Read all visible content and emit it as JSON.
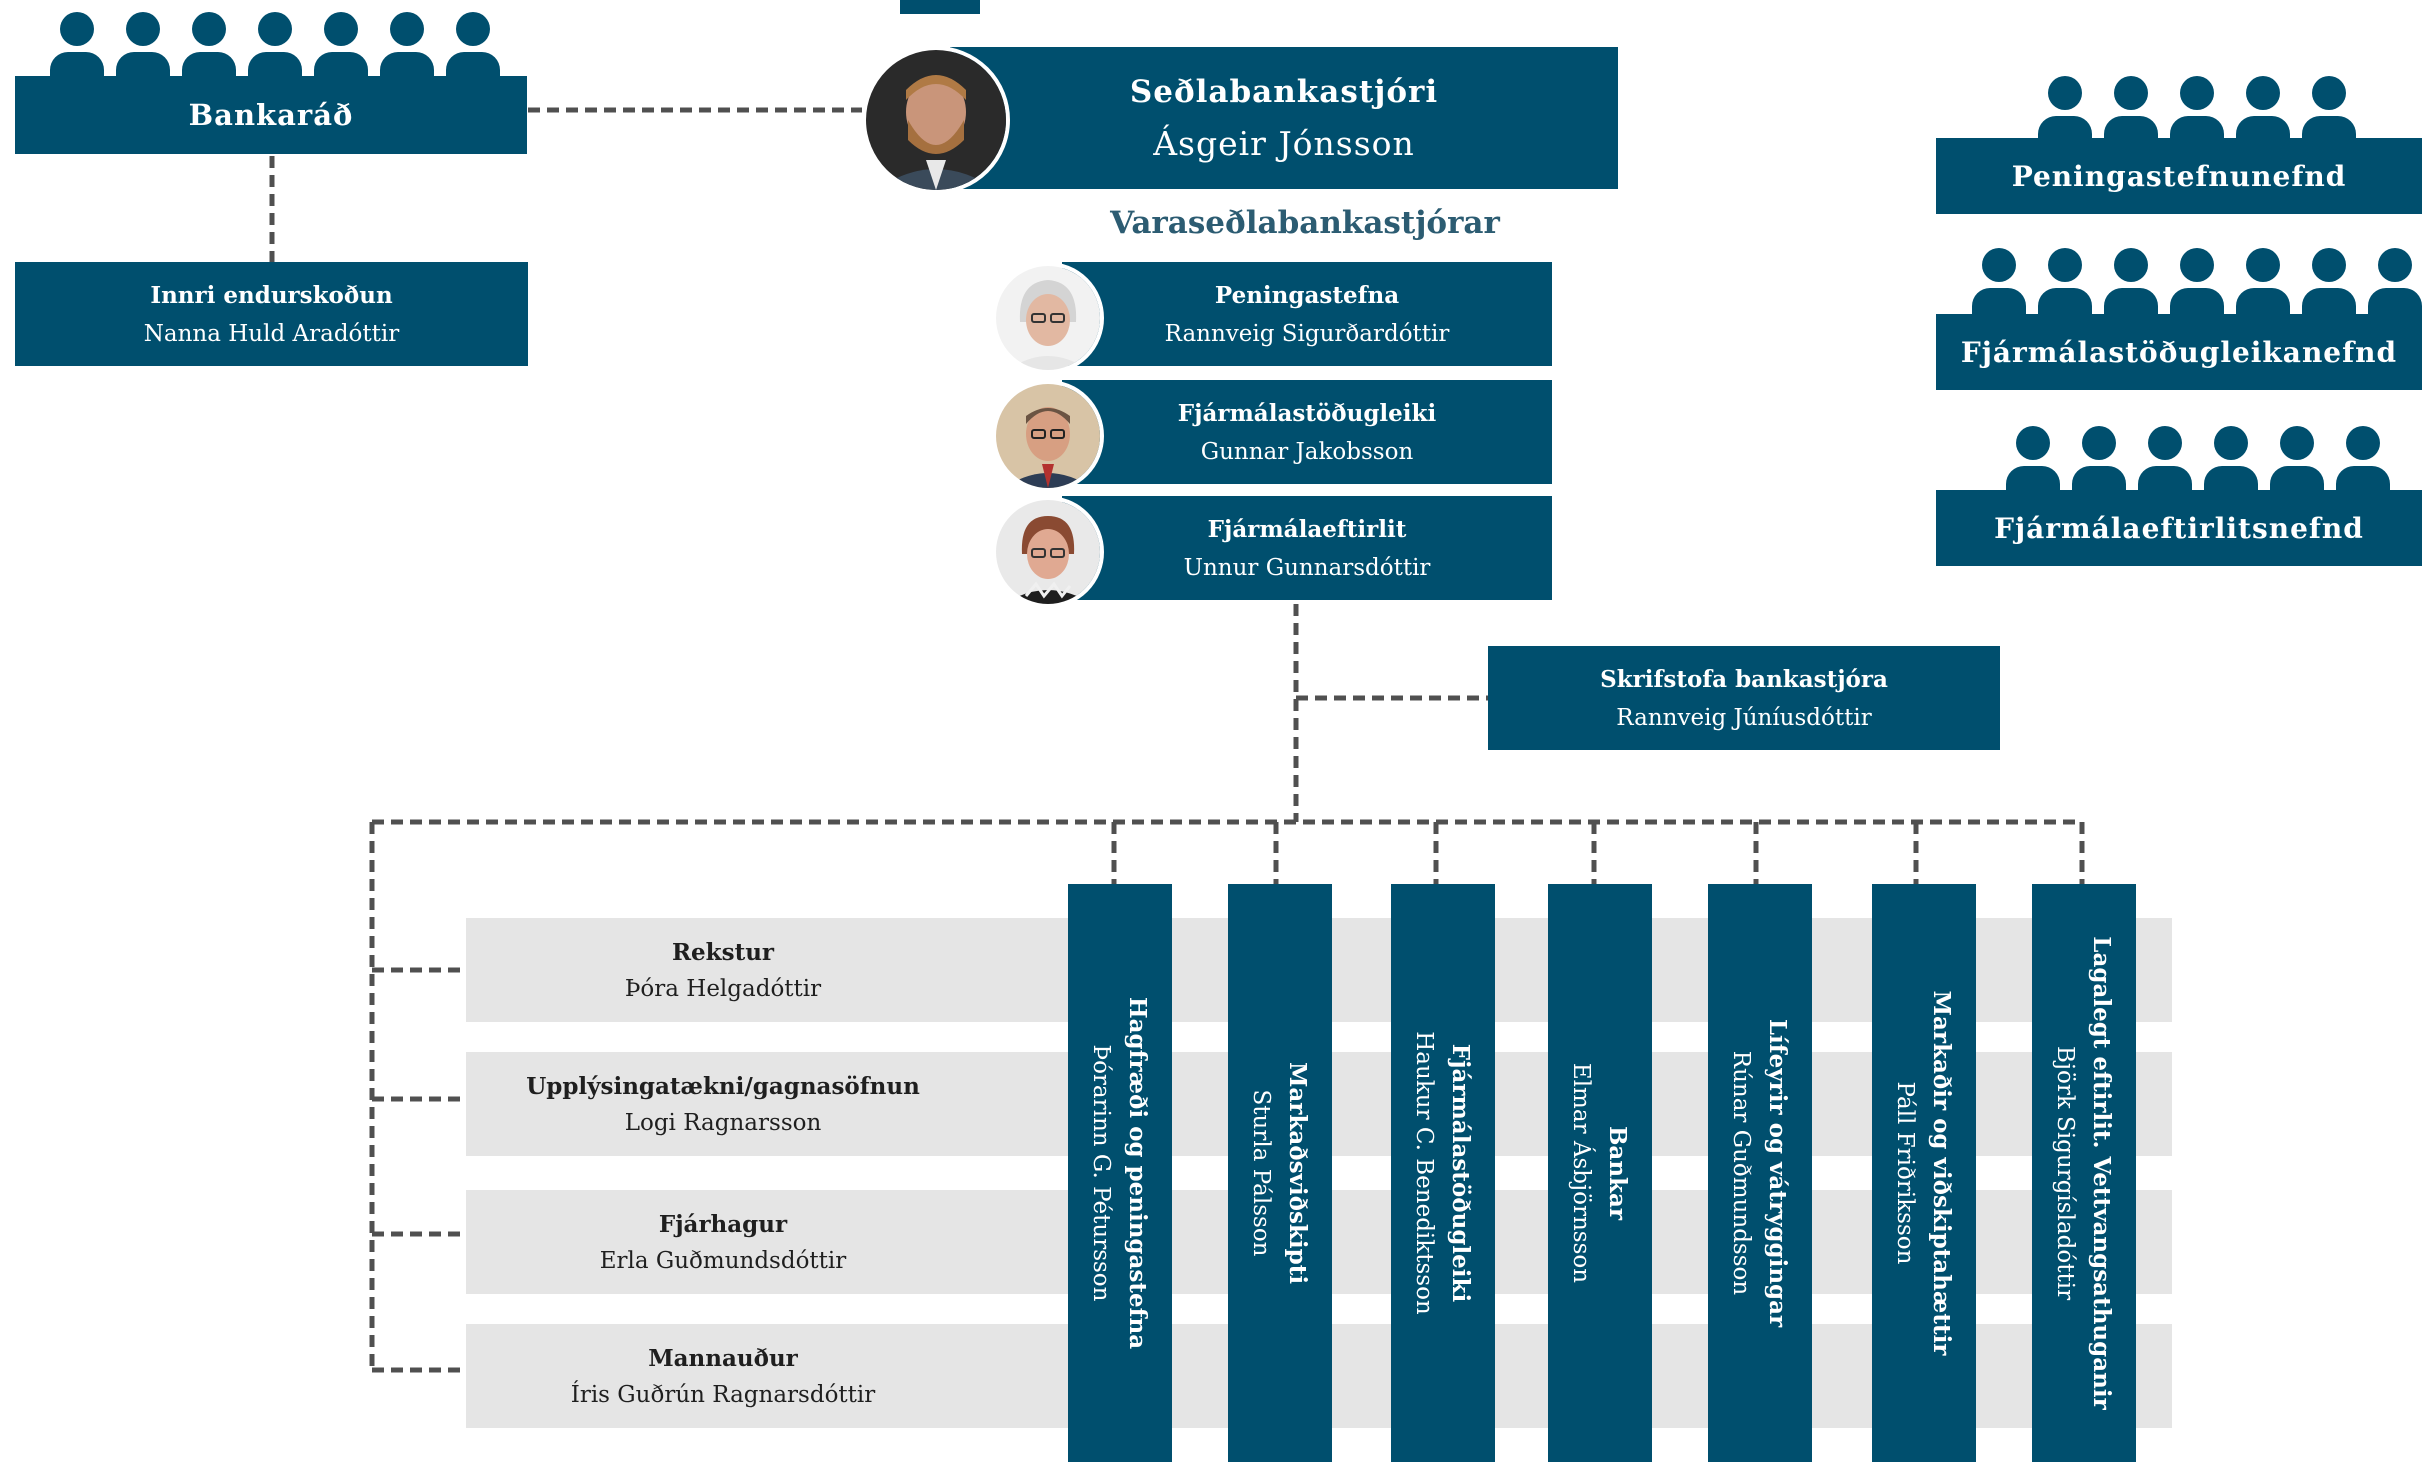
{
  "colors": {
    "primary": "#004f6e",
    "row_background": "#e5e5e5",
    "connector": "#505050"
  },
  "board": {
    "label": "Bankaráð",
    "icon": "group-of-people-icon",
    "people_count": 7
  },
  "governor": {
    "title": "Seðlabankastjóri",
    "name": "Ásgeir Jónsson",
    "photo": "governor-portrait"
  },
  "deputies": {
    "heading": "Varaseðlabankastjórar",
    "items": [
      {
        "title": "Peningastefna",
        "name": "Rannveig Sigurðardóttir",
        "photo": "deputy-portrait"
      },
      {
        "title": "Fjármálastöðugleiki",
        "name": "Gunnar Jakobsson",
        "photo": "deputy-portrait"
      },
      {
        "title": "Fjármálaeftirlit",
        "name": "Unnur Gunnarsdóttir",
        "photo": "deputy-portrait"
      }
    ]
  },
  "internal_audit": {
    "title": "Innri endurskoðun",
    "name": "Nanna Huld Aradóttir"
  },
  "committees": [
    {
      "label": "Peningastefnunefnd",
      "people_count": 5
    },
    {
      "label": "Fjármálastöðugleikanefnd",
      "people_count": 7
    },
    {
      "label": "Fjármálaeftirlitsnefnd",
      "people_count": 6
    }
  ],
  "office": {
    "title": "Skrifstofa bankastjóra",
    "name": "Rannveig Júníusdóttir"
  },
  "support_units": [
    {
      "title": "Rekstur",
      "name": "Þóra Helgadóttir"
    },
    {
      "title": "Upplýsingatækni/gagnasöfnun",
      "name": "Logi Ragnarsson"
    },
    {
      "title": "Fjárhagur",
      "name": "Erla Guðmundsdóttir"
    },
    {
      "title": "Mannauður",
      "name": "Íris Guðrún Ragnarsdóttir"
    }
  ],
  "departments": [
    {
      "title": "Hagfræði og peningastefna",
      "name": "Þórarinn G. Pétursson"
    },
    {
      "title": "Markaðsviðskipti",
      "name": "Sturla Pálsson"
    },
    {
      "title": "Fjármálastöðugleiki",
      "name": "Haukur C. Benediktsson"
    },
    {
      "title": "Bankar",
      "name": "Elmar Ásbjörnsson"
    },
    {
      "title": "Lífeyrir og vátryggingar",
      "name": "Rúnar Guðmundsson"
    },
    {
      "title": "Markaðir og viðskiptahættir",
      "name": "Páll Friðriksson"
    },
    {
      "title": "Lagalegt eftirlit. Vettvangsathuganir",
      "name": "Björk Sigurgísladóttir"
    }
  ]
}
